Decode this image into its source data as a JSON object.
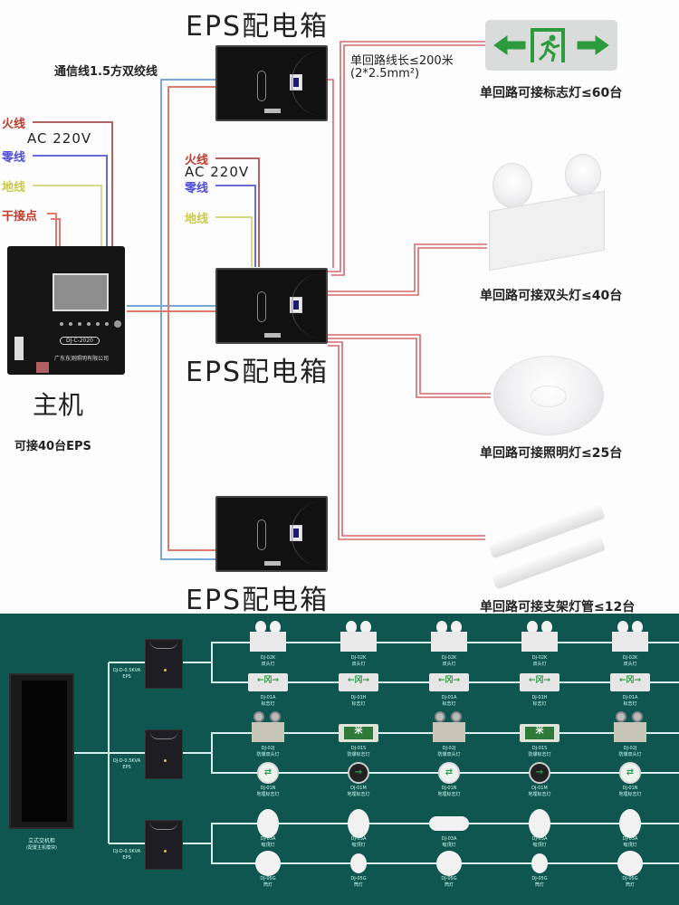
{
  "top_diagram": {
    "eps_box_title": "EPS配电箱",
    "comm_line_label": "通信线1.5方双绞线",
    "host": {
      "title": "主机",
      "capacity": "可接40台EPS",
      "model": "DJ-C-2020",
      "company": "广东东测照明有限公司"
    },
    "host_inputs": {
      "live": "火线",
      "voltage": "AC 220V",
      "neutral": "零线",
      "ground": "地线",
      "dry_contact": "干接点"
    },
    "eps_inputs": {
      "live": "火线",
      "voltage": "AC 220V",
      "neutral": "零线",
      "ground": "地线"
    },
    "circuit_spec": {
      "length": "单回路线长≤200米",
      "cable": "(2*2.5mm²)"
    },
    "lights": [
      {
        "label": "单回路可接标志灯≤60台",
        "icon": "exit-sign-icon"
      },
      {
        "label": "单回路可接双头灯≤40台",
        "icon": "twin-head-light-icon"
      },
      {
        "label": "单回路可接照明灯≤25台",
        "icon": "ceiling-light-icon"
      },
      {
        "label": "单回路可接支架灯管≤12台",
        "icon": "tube-light-icon"
      }
    ],
    "colors": {
      "live": "#c0392b",
      "neutral": "#4e4ed8",
      "ground": "#c9c94e",
      "comm_red": "#e07a6e",
      "comm_blue": "#7aa6d8",
      "branch": "#d46a6a"
    }
  },
  "bottom_diagram": {
    "background": "#0f5550",
    "line_color": "#d8f0ec",
    "cabinet_label": "立式交机柜",
    "cabinet_sublabel": "(配置主机模块)",
    "eps_label": "DJ-D-0.5KVA",
    "eps_sublabel": "EPS",
    "rows": [
      {
        "model": "DJ-02K",
        "name": "双头灯",
        "icon": "twin-head-light-icon"
      },
      {
        "model": "DJ-01A",
        "name": "标志灯",
        "icon": "exit-sign-icon"
      },
      {
        "model": "DJ-02J",
        "name": "防爆双头灯",
        "icon": "explosion-proof-light-icon"
      },
      {
        "model": "DJ-01N",
        "name": "地埋标志灯",
        "icon": "floor-indicator-icon"
      },
      {
        "model": "DJ-03A",
        "name": "吸顶灯",
        "icon": "ceiling-light-icon"
      },
      {
        "model": "DJ-05G",
        "name": "筒灯",
        "icon": "downlight-icon"
      }
    ],
    "alt_models": {
      "row2_alt": {
        "model": "DJ-01H",
        "name": "标志灯"
      },
      "row3_alt": {
        "model": "DJ-01S",
        "name": "防爆标志灯"
      },
      "row4_alt": {
        "model": "DJ-01M",
        "name": "地埋标志灯"
      }
    }
  }
}
